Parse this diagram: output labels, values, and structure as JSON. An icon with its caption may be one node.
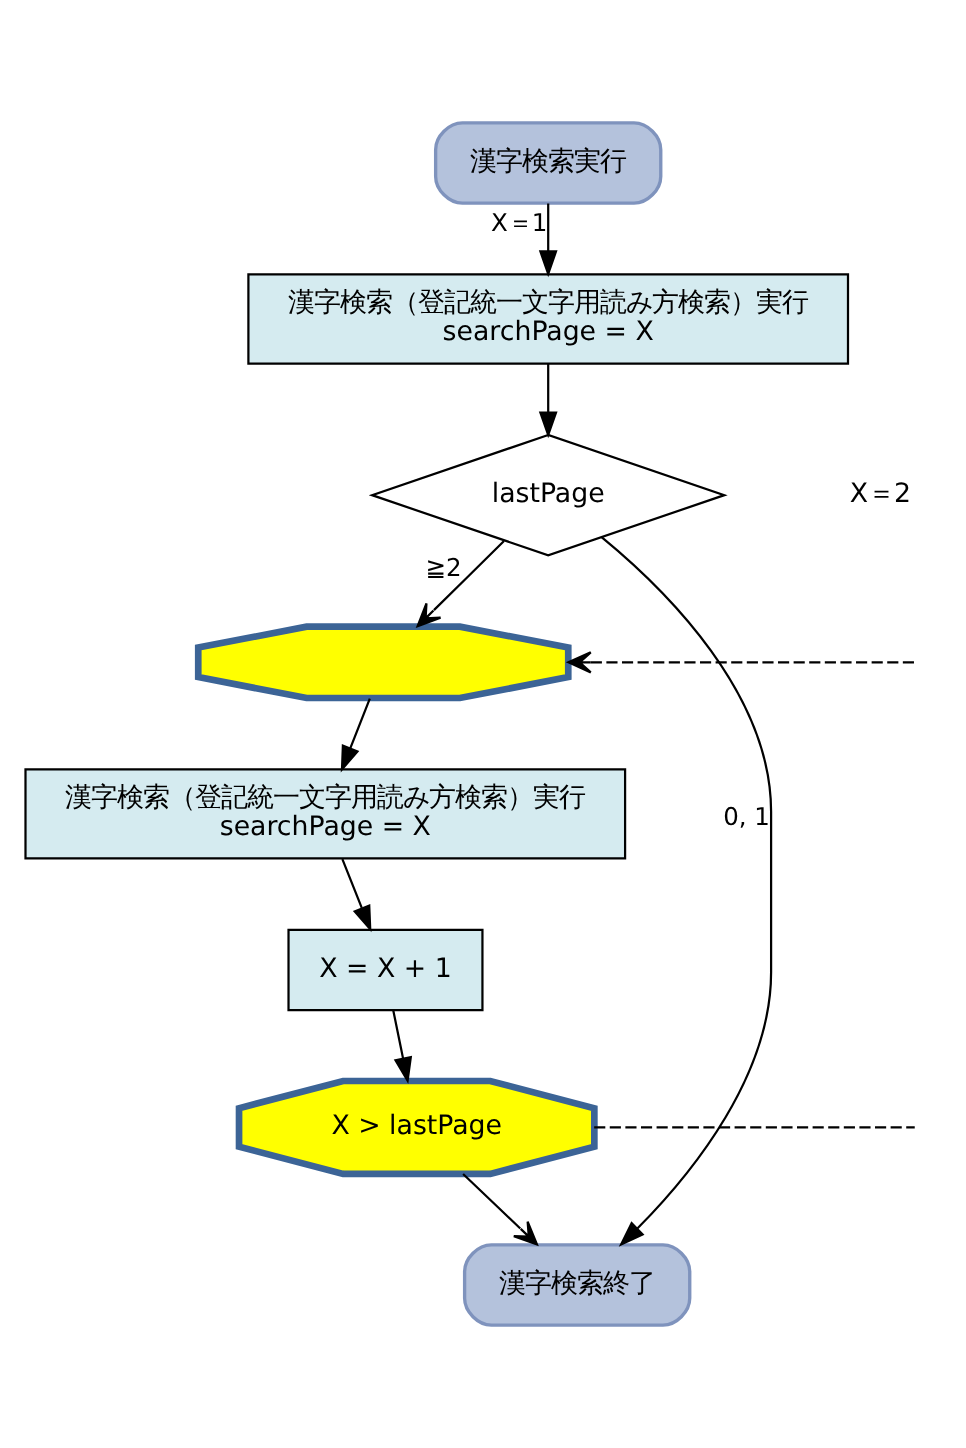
{
  "diagram": {
    "nodes": [
      {
        "text": [
          "漢字検索実行"
        ]
      },
      {
        "text": [
          "漢字検索（登記統一文字用読み方検索）実行",
          "searchPage = X"
        ]
      },
      {
        "text": [
          "lastPage"
        ]
      },
      {
        "text": [],
        "shape": "hexagon"
      },
      {
        "text": [
          "漢字検索（登記統一文字用読み方検索）実行",
          "searchPage = X"
        ]
      },
      {
        "text": [
          "X = X + 1"
        ]
      },
      {
        "text": [
          "X > lastPage"
        ]
      },
      {
        "text": [
          "漢字検索終了"
        ]
      }
    ],
    "edges": [
      {
        "from": 0,
        "to": 1,
        "arrow": "to",
        "label": "X＝1"
      },
      {
        "from": 1,
        "to": 2,
        "arrow": "to"
      },
      {
        "from": 2,
        "to": 3,
        "arrow": "to",
        "label": "≧2"
      },
      {
        "from": 2,
        "to": 7,
        "arrow": "to",
        "label": "0, 1"
      },
      {
        "from": null,
        "to": 3,
        "arrow": "to",
        "style": "dashed"
      },
      {
        "from": 3,
        "to": 4,
        "arrow": "to"
      },
      {
        "from": 4,
        "to": 5,
        "arrow": "to"
      },
      {
        "from": 5,
        "to": 6,
        "arrow": "to"
      },
      {
        "from": 6,
        "to": null,
        "arrow": "none",
        "style": "dashed"
      },
      {
        "from": 6,
        "to": 7,
        "arrow": "to"
      }
    ],
    "labels": [
      "X＝2"
    ]
  }
}
